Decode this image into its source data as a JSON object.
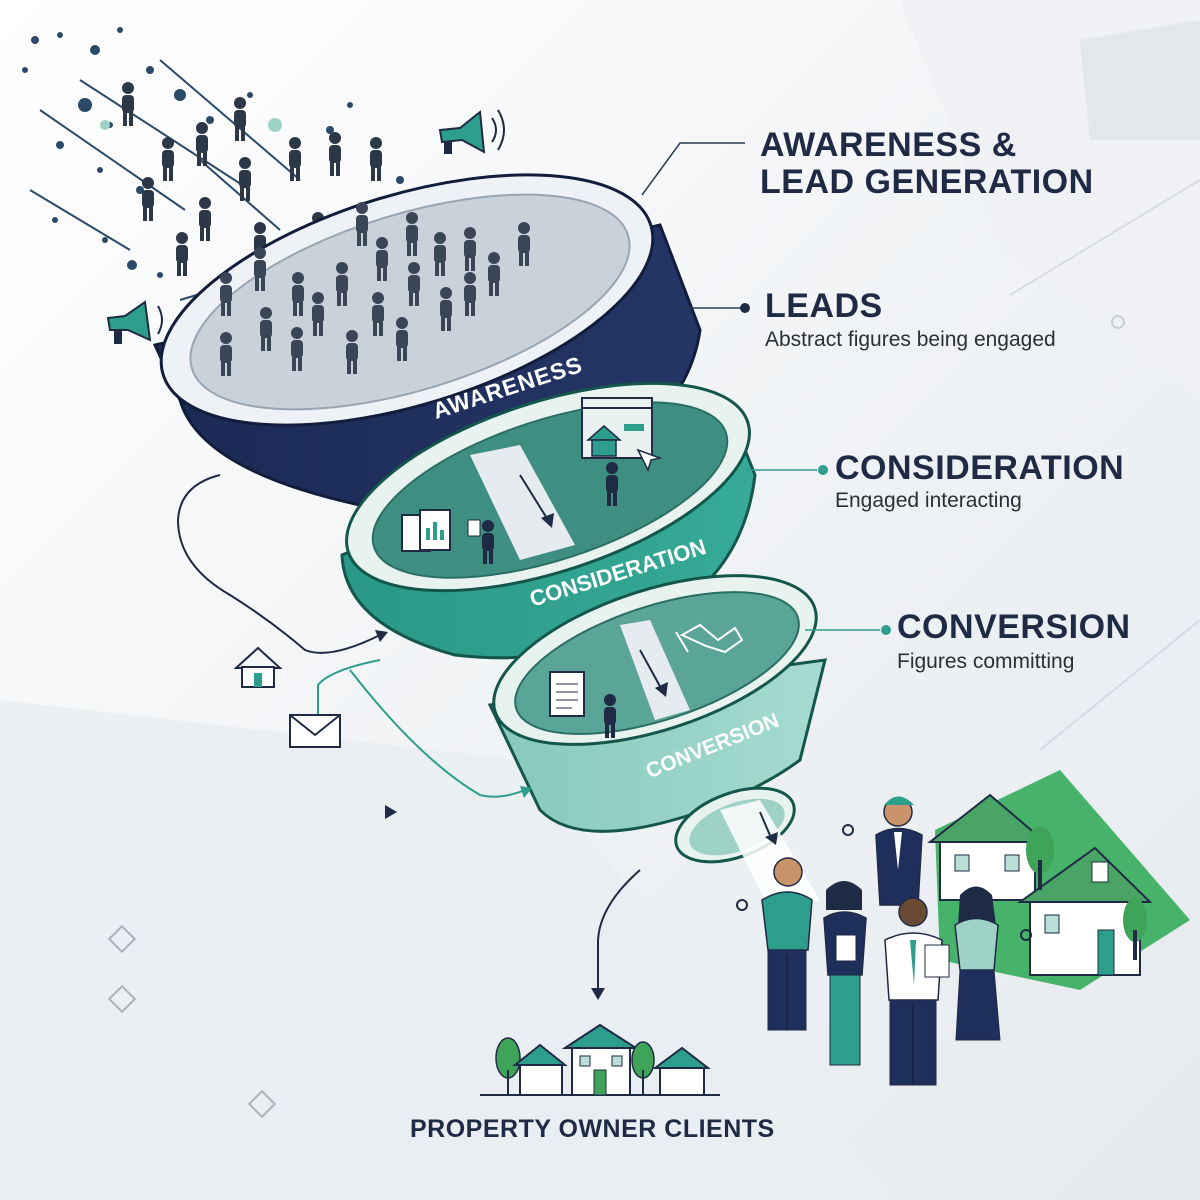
{
  "labels": {
    "awareness_title_line1": "AWARENESS &",
    "awareness_title_line2": "LEAD GENERATION",
    "leads_title": "LEADS",
    "leads_subtitle": "Abstract figures being engaged",
    "consideration_title": "CONSIDERATION",
    "consideration_subtitle": "Engaged interacting",
    "conversion_title": "CONVERSION",
    "conversion_subtitle": "Figures committing"
  },
  "funnel": {
    "tier1_label": "AWARENESS",
    "tier2_label": "CONSIDERATION",
    "tier3_label": "CONVERSION"
  },
  "footer_label": "PROPERTY OWNER CLIENTS",
  "colors": {
    "navy": "#1f2f5c",
    "teal": "#2e9e8c",
    "light_teal": "#7fc6b8",
    "green": "#3fa35a",
    "text_dark": "#1f2a44"
  },
  "icons": [
    "megaphone-icon",
    "house-icon",
    "envelope-icon",
    "document-icon",
    "handshake-icon",
    "browser-window-icon",
    "arrow-icon"
  ]
}
